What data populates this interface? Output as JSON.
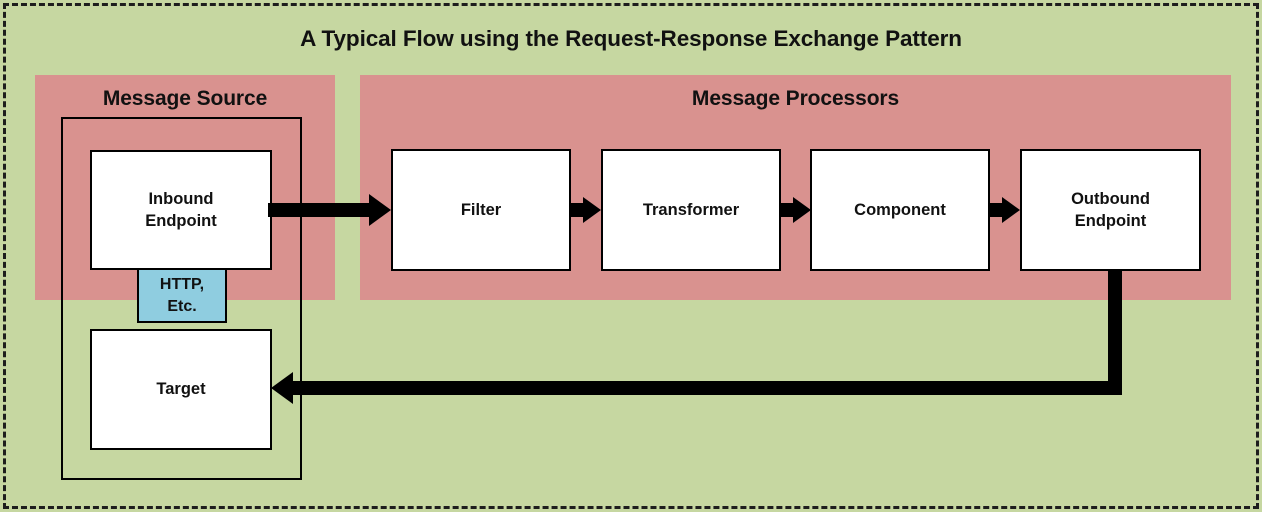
{
  "diagram": {
    "title": "A  Typical Flow using the Request-Response Exchange Pattern",
    "background_color": "#c6d7a1",
    "panel_color": "#d9928f",
    "node_color": "#ffffff",
    "protocol_color": "#8fcde0",
    "arrow_color": "#000000",
    "border_style": "dashed"
  },
  "panels": [
    {
      "id": "message-source",
      "title": "Message Source"
    },
    {
      "id": "message-processors",
      "title": "Message Processors"
    }
  ],
  "nodes": {
    "inbound_endpoint": "Inbound\nEndpoint",
    "inbound_endpoint_line1": "Inbound",
    "inbound_endpoint_line2": "Endpoint",
    "protocol_line1": "HTTP,",
    "protocol_line2": "Etc.",
    "target": "Target",
    "filter": "Filter",
    "transformer": "Transformer",
    "component": "Component",
    "outbound_endpoint_line1": "Outbound",
    "outbound_endpoint_line2": "Endpoint"
  },
  "connectors": [
    {
      "id": "inbound-to-filter",
      "from": "Inbound Endpoint",
      "to": "Filter",
      "direction": "right",
      "style": "thick-straight"
    },
    {
      "id": "filter-to-transformer",
      "from": "Filter",
      "to": "Transformer",
      "direction": "right",
      "style": "thick-straight"
    },
    {
      "id": "transformer-to-component",
      "from": "Transformer",
      "to": "Component",
      "direction": "right",
      "style": "thick-straight"
    },
    {
      "id": "component-to-outbound",
      "from": "Component",
      "to": "Outbound Endpoint",
      "direction": "right",
      "style": "thick-straight"
    },
    {
      "id": "outbound-to-target",
      "from": "Outbound Endpoint",
      "to": "Target",
      "direction": "left",
      "style": "thick-elbow-response"
    }
  ]
}
